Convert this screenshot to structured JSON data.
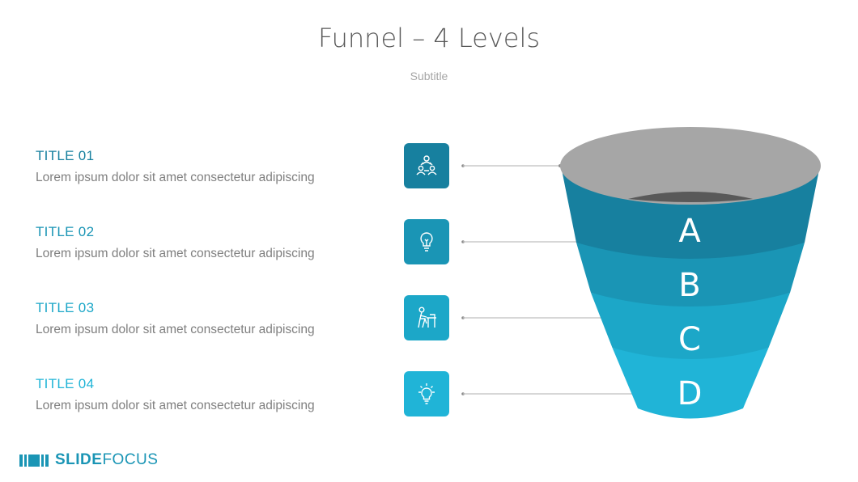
{
  "header": {
    "title": "Funnel – 4 Levels",
    "subtitle": "Subtitle"
  },
  "items": [
    {
      "title": "TITLE 01",
      "text": "Lorem ipsum dolor sit amet consectetur adipiscing",
      "icon": "people-network-icon",
      "color": "#17809f",
      "level": "A"
    },
    {
      "title": "TITLE 02",
      "text": "Lorem ipsum dolor sit amet consectetur adipiscing",
      "icon": "lightbulb-icon",
      "color": "#1a95b5",
      "level": "B"
    },
    {
      "title": "TITLE 03",
      "text": "Lorem ipsum dolor sit amet consectetur adipiscing",
      "icon": "person-at-desk-icon",
      "color": "#1ca7c8",
      "level": "C"
    },
    {
      "title": "TITLE 04",
      "text": "Lorem ipsum dolor sit amet consectetur adipiscing",
      "icon": "idea-bulb-icon",
      "color": "#20b4d7",
      "level": "D"
    }
  ],
  "logo": {
    "strong": "SLIDE",
    "light": "FOCUS",
    "color": "#1a95b5"
  },
  "colors": {
    "funnel_top": "#a6a6a6",
    "funnel_inner": "#595959",
    "connector": "#bfbfbf"
  }
}
